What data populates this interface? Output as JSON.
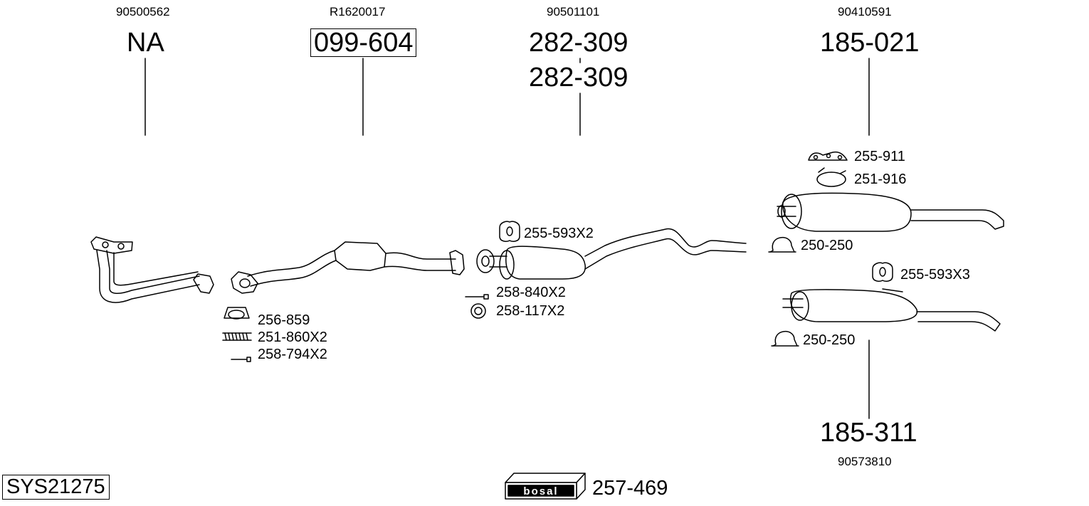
{
  "components": [
    {
      "ref": "90500562",
      "part": "NA"
    },
    {
      "ref": "R1620017",
      "part": "099-604"
    },
    {
      "ref": "90501101",
      "part": "282-309",
      "part_alt": "282-309"
    },
    {
      "ref": "90410591",
      "part": "185-021"
    },
    {
      "ref": "90573810",
      "part": "185-311"
    }
  ],
  "accessories": {
    "a1": "256-859",
    "a2": "251-860X2",
    "a3": "258-794X2",
    "b1": "255-593X2",
    "b2": "258-840X2",
    "b3": "258-117X2",
    "c1": "255-911",
    "c2": "251-916",
    "c3": "250-250",
    "d1": "255-593X3",
    "d2": "250-250"
  },
  "system_code": "SYS21275",
  "logo": {
    "text": "bosal",
    "part": "257-469"
  }
}
